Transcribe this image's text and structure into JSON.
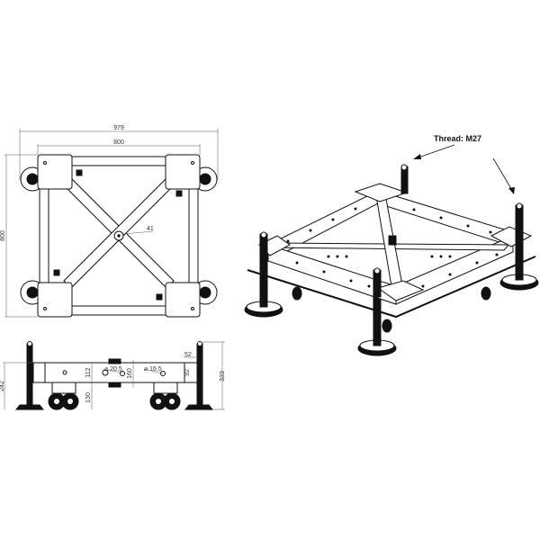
{
  "top_view": {
    "dim_overall_width": "979",
    "dim_frame_width": "800",
    "dim_frame_depth": "800",
    "dim_center_hole": "41"
  },
  "side_view": {
    "dim_height_frame": "242",
    "dim_beam_height": "112",
    "dim_wheel_height": "130",
    "dim_hole_large": "⌀ 20.5",
    "dim_plate_height": "160",
    "dim_hole_small": "⌀ 16.5",
    "dim_leg_width": "52",
    "dim_leg_offset": "92",
    "dim_total_height": "333"
  },
  "iso_view": {
    "thread_label": "Thread: M27"
  }
}
